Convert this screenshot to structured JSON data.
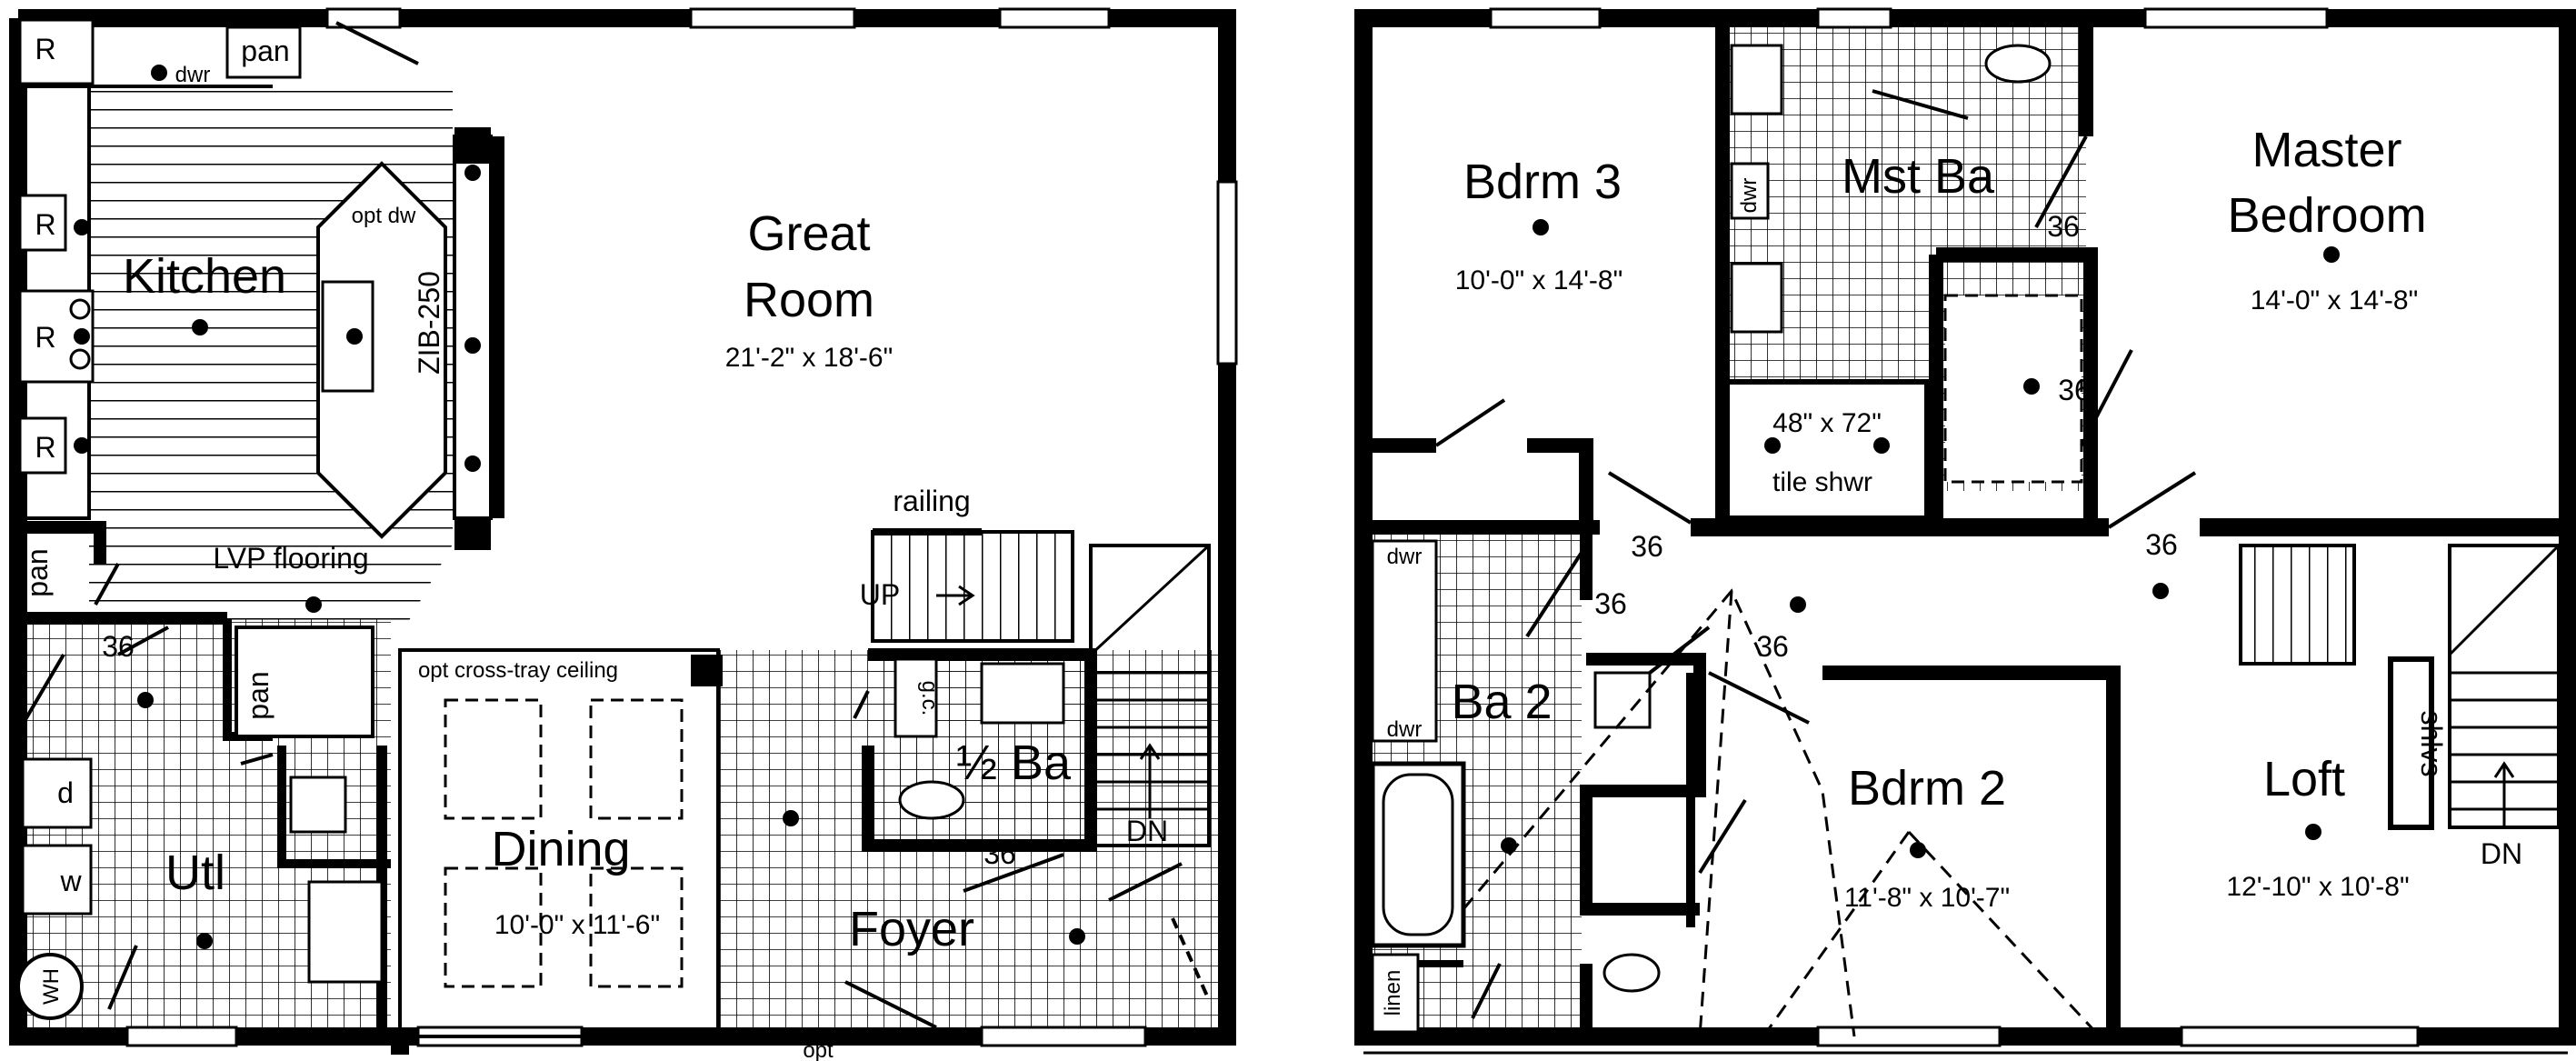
{
  "first_floor": {
    "kitchen": {
      "name": "Kitchen"
    },
    "great_room": {
      "name_line1": "Great",
      "name_line2": "Room",
      "dims": "21'-2\" x 18'-6\""
    },
    "dining": {
      "name": "Dining",
      "dims": "10'-0\" x 11'-6\"",
      "ceiling_note": "opt cross-tray ceiling"
    },
    "utility": {
      "name": "Utl"
    },
    "half_bath": {
      "name": "½ Ba"
    },
    "foyer": {
      "name": "Foyer"
    },
    "labels": {
      "range_top": "R",
      "pantry_top": "pan",
      "dishwasher": "dwr",
      "fridge_1": "R",
      "fridge_2": "R",
      "fridge_3": "R",
      "opt_dw": "opt dw",
      "zib": "ZIB-250",
      "lvp": "LVP flooring",
      "pantry_side": "pan",
      "pantry_utl": "pan",
      "door_36_a": "36",
      "dryer": "d",
      "washer": "w",
      "water_heater": "WH",
      "railing": "railing",
      "up": "UP",
      "dn": "DN",
      "door_36_b": "36",
      "gc": "g.c.",
      "opt_bottom": "opt"
    }
  },
  "second_floor": {
    "bedroom3": {
      "name": "Bdrm 3",
      "dims": "10'-0\" x 14'-8\""
    },
    "master_bath": {
      "name": "Mst Ba"
    },
    "master_bedroom": {
      "name_line1": "Master",
      "name_line2": "Bedroom",
      "dims": "14'-0\" x 14'-8\""
    },
    "shower": {
      "size": "48\" x 72\"",
      "name": "tile shwr"
    },
    "bath2": {
      "name": "Ba 2"
    },
    "bedroom2": {
      "name": "Bdrm 2",
      "dims": "11'-8\" x 10'-7\""
    },
    "loft": {
      "name": "Loft",
      "dims": "12'-10\" x 10'-8\""
    },
    "labels": {
      "dwr_mst": "dwr",
      "door_36_mst": "36",
      "door_36_wic": "36",
      "door_36_hall1": "36",
      "door_36_hall2": "36",
      "door_36_hall3": "36",
      "door_36_hall4": "36",
      "dwr_ba2_top": "dwr",
      "dwr_ba2_bot": "dwr",
      "linen": "linen",
      "shelves": "shlvs",
      "dn": "DN"
    }
  }
}
